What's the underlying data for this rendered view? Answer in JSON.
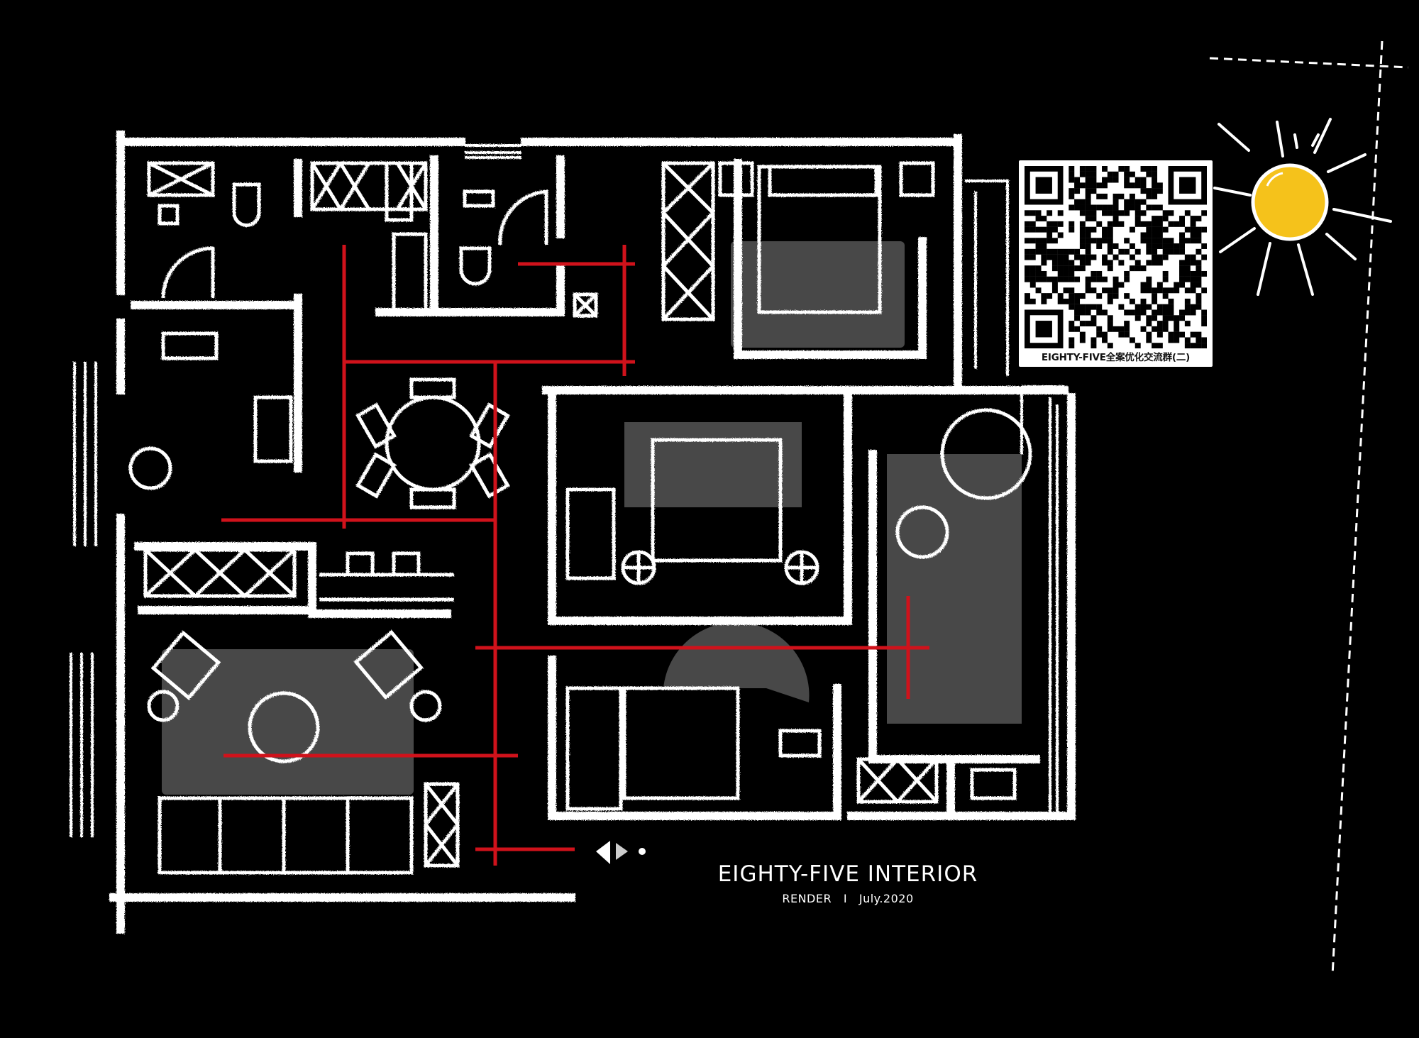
{
  "brand": {
    "title": "EIGHTY-FIVE INTERIOR",
    "render_label": "RENDER",
    "separator": "I",
    "date": "July.2020"
  },
  "qr": {
    "caption": "EIGHTY-FIVE全案优化交流群(二)"
  },
  "colors": {
    "background": "#000000",
    "walls": "#ffffff",
    "circulation": "#d0121b",
    "sun": "#f5c21b",
    "rug": "#5a5a5a"
  },
  "icons": [
    "sun-icon",
    "qr-code",
    "dining-table-icon",
    "bed-icon",
    "bathtub-icon",
    "toilet-icon",
    "sofa-icon"
  ]
}
